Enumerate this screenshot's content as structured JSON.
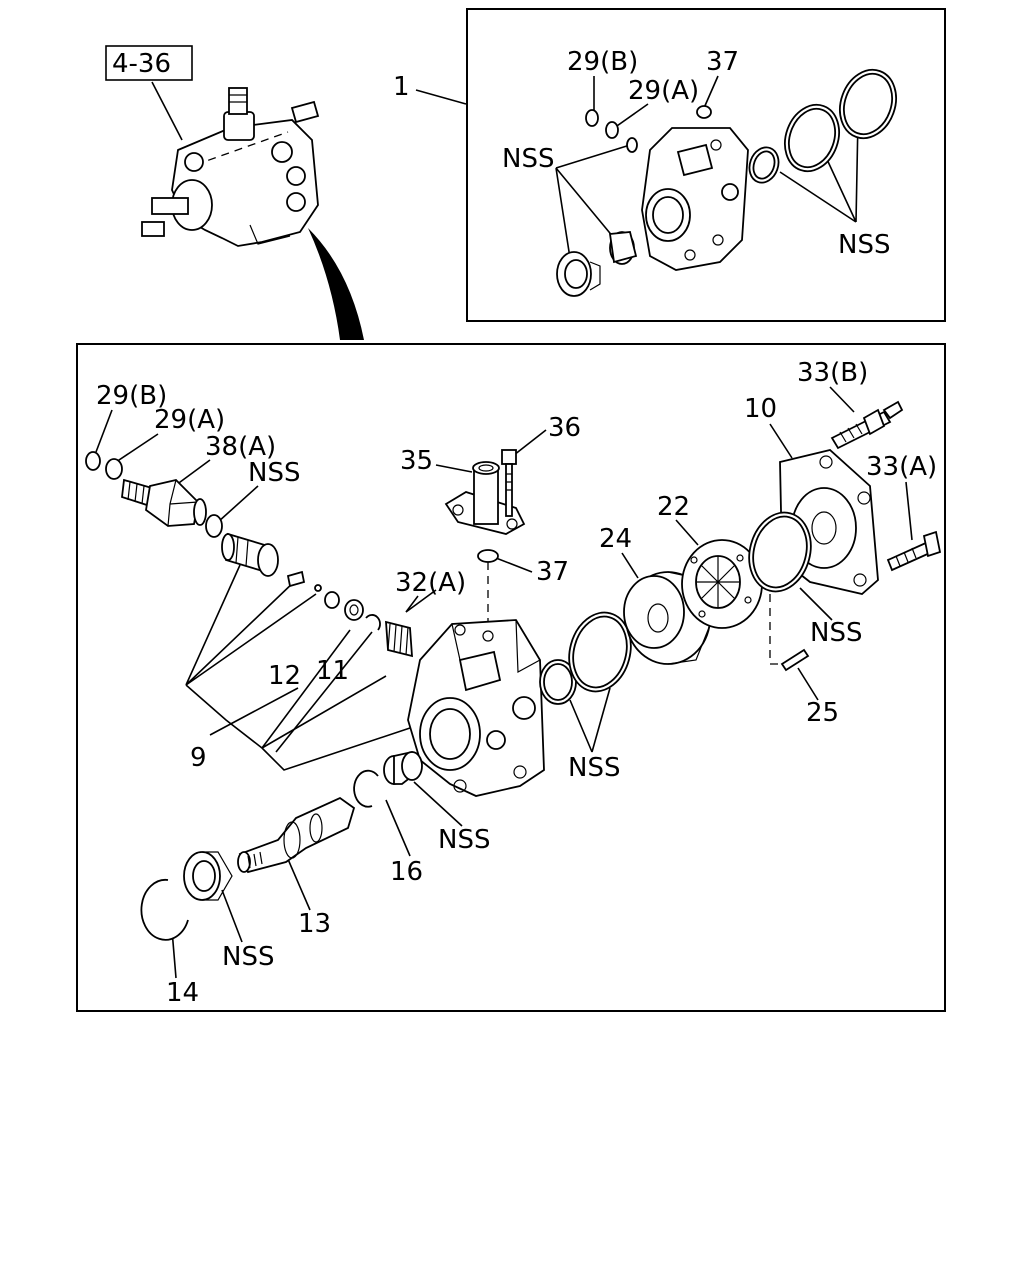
{
  "labels": {
    "ref_4_36": "4-36",
    "l_1": "1",
    "inset_29b": "29(B)",
    "inset_29a": "29(A)",
    "inset_37": "37",
    "inset_nss_left": "NSS",
    "inset_nss_right": "NSS",
    "l_29b": "29(B)",
    "l_29a": "29(A)",
    "l_38a": "38(A)",
    "l_nss_valve": "NSS",
    "l_35": "35",
    "l_36": "36",
    "l_37": "37",
    "l_33b": "33(B)",
    "l_10": "10",
    "l_33a": "33(A)",
    "l_22": "22",
    "l_24": "24",
    "l_32a": "32(A)",
    "l_12": "12",
    "l_11": "11",
    "l_9": "9",
    "l_nss_rings": "NSS",
    "l_nss_cover": "NSS",
    "l_25": "25",
    "l_nss_bushing": "NSS",
    "l_16": "16",
    "l_13": "13",
    "l_nss_seal": "NSS",
    "l_14": "14"
  }
}
